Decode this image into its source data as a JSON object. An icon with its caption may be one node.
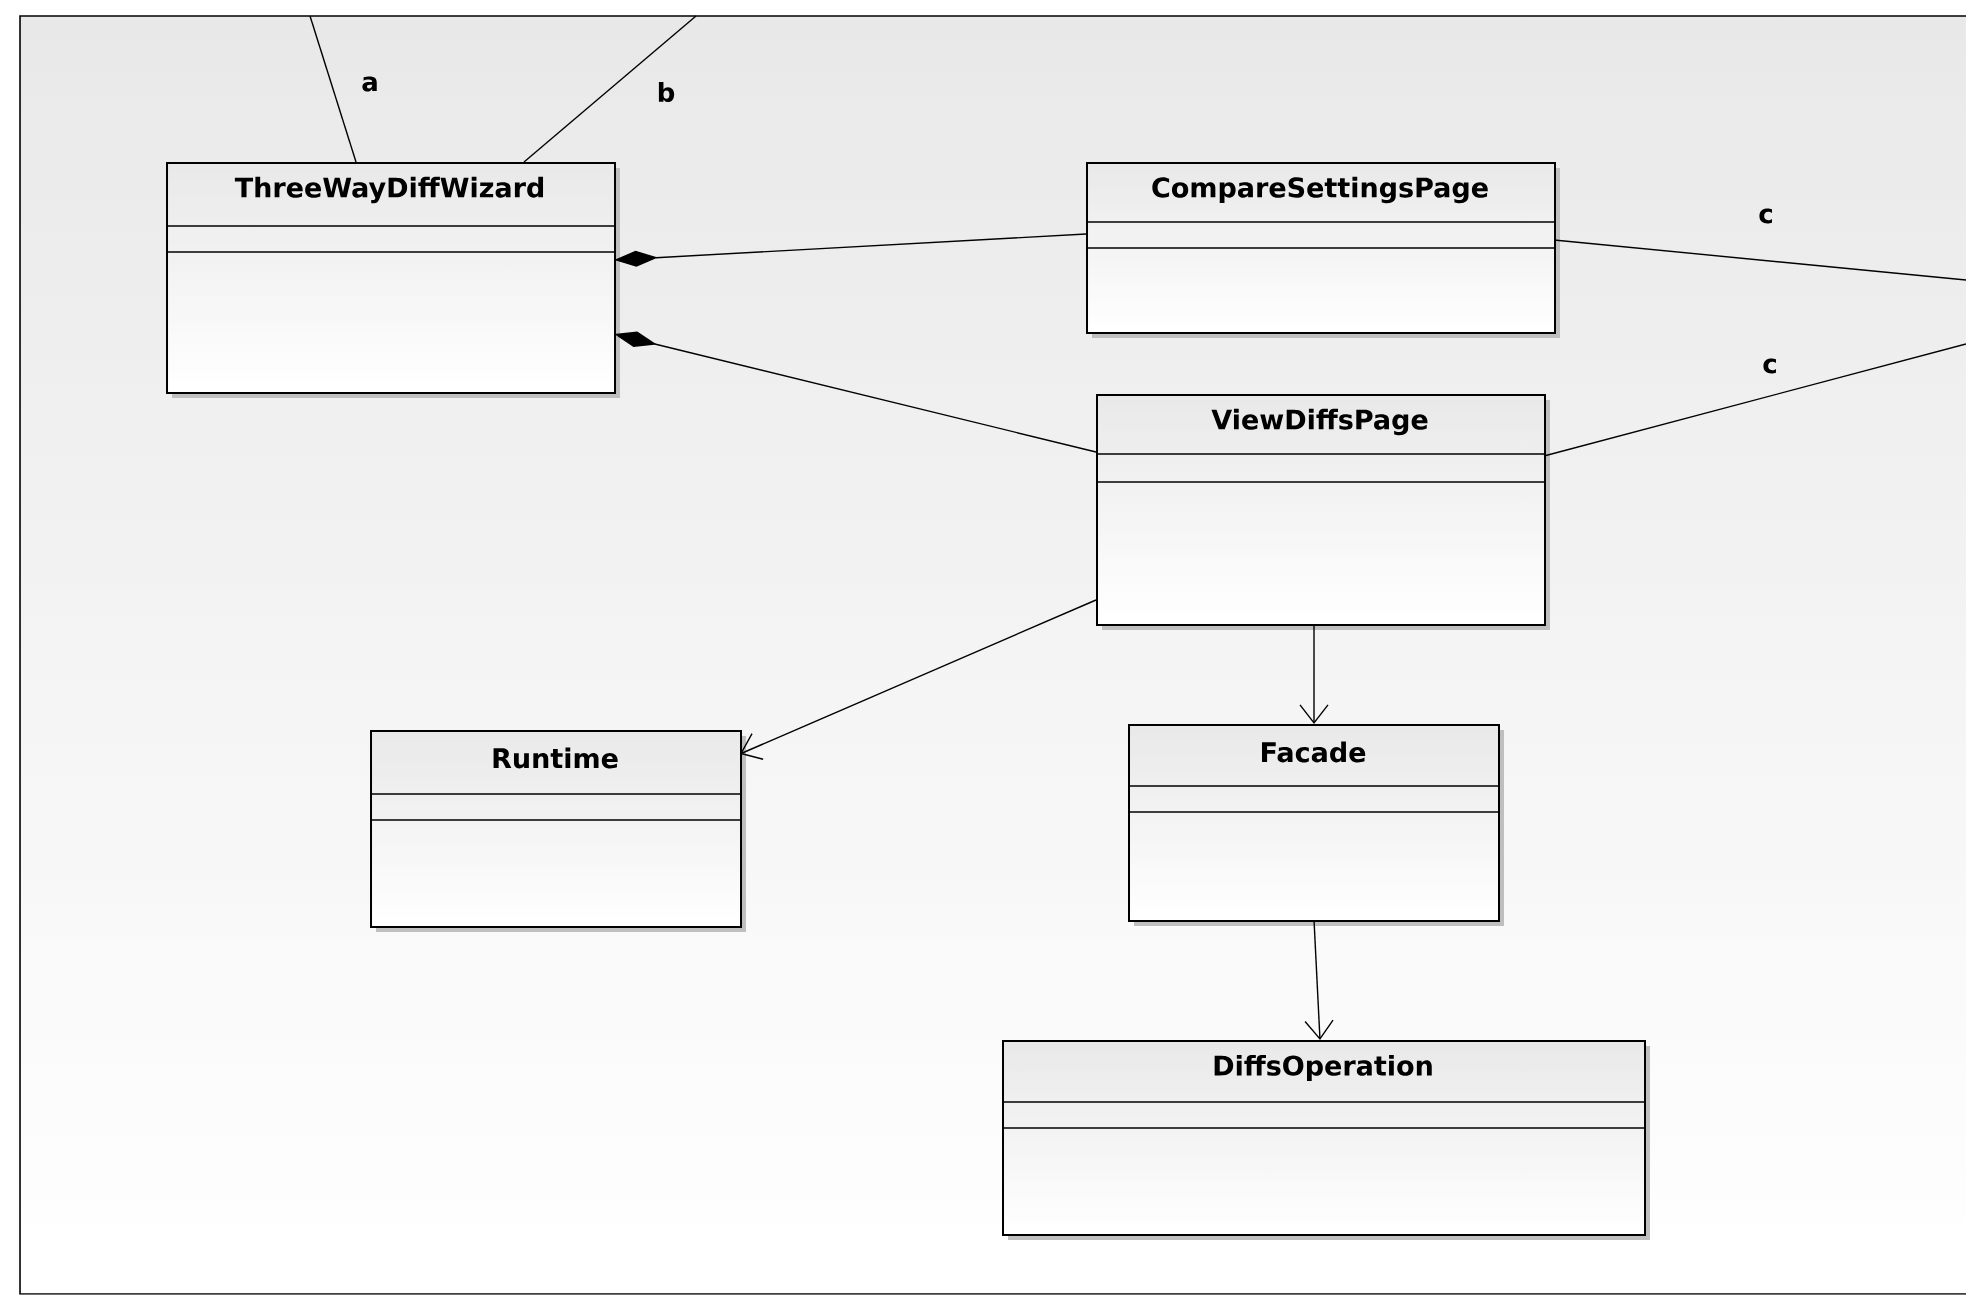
{
  "diagram": {
    "nodes": [
      {
        "text": [
          "ThreeWayDiffWizard"
        ]
      },
      {
        "text": [
          "CompareSettingsPage"
        ]
      },
      {
        "text": [
          "ViewDiffsPage"
        ]
      },
      {
        "text": [
          "Runtime"
        ]
      },
      {
        "text": [
          "Facade"
        ]
      },
      {
        "text": [
          "DiffsOperation"
        ]
      }
    ],
    "edges": [
      {
        "from": null,
        "to": 0,
        "arrow": "none",
        "label": "a"
      },
      {
        "from": null,
        "to": 0,
        "arrow": "none",
        "label": "b"
      },
      {
        "from": 0,
        "to": 1,
        "arrow": "other"
      },
      {
        "from": 0,
        "to": 2,
        "arrow": "other"
      },
      {
        "from": 1,
        "to": null,
        "arrow": "none",
        "label": "c"
      },
      {
        "from": 2,
        "to": null,
        "arrow": "none",
        "label": "c"
      },
      {
        "from": 2,
        "to": 3,
        "arrow": "to"
      },
      {
        "from": 2,
        "to": 4,
        "arrow": "to"
      },
      {
        "from": 4,
        "to": 5,
        "arrow": "to"
      }
    ]
  }
}
